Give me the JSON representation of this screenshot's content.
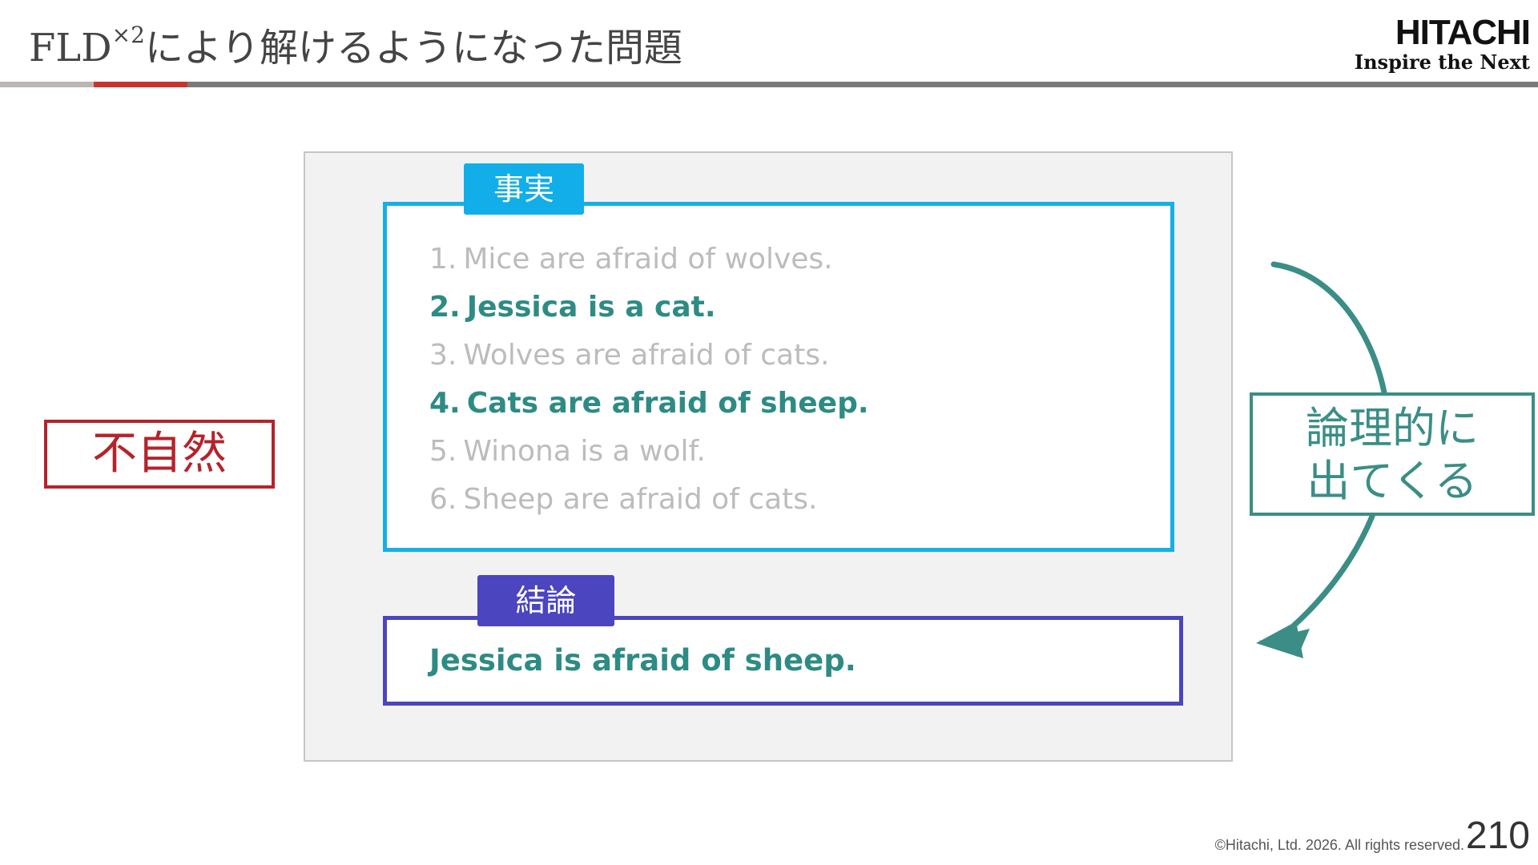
{
  "header": {
    "title_prefix": "FLD",
    "title_superscript": "×2",
    "title_rest": "により解けるようになった問題",
    "logo_main": "HITACHI",
    "logo_tagline": "Inspire the Next"
  },
  "facts": {
    "tab_label": "事実",
    "items": [
      {
        "num": "1.",
        "text": "Mice are afraid of wolves.",
        "highlighted": false
      },
      {
        "num": "2.",
        "text": "Jessica is a cat.",
        "highlighted": true
      },
      {
        "num": "3.",
        "text": "Wolves are afraid of cats.",
        "highlighted": false
      },
      {
        "num": "4.",
        "text": "Cats are afraid of sheep.",
        "highlighted": true
      },
      {
        "num": "5.",
        "text": "Winona is a wolf.",
        "highlighted": false
      },
      {
        "num": "6.",
        "text": "Sheep are afraid of cats.",
        "highlighted": false
      }
    ]
  },
  "conclusion": {
    "tab_label": "結論",
    "text": "Jessica is afraid of sheep."
  },
  "annotations": {
    "unnatural_label": "不自然",
    "logical_line1": "論理的に",
    "logical_line2": "出てくる"
  },
  "footer": {
    "copyright": "©Hitachi, Ltd. 2026. All rights reserved.",
    "page_number": "210"
  },
  "colors": {
    "facts_accent": "#14b0e6",
    "conclusion_accent": "#4b45bf",
    "highlight_text": "#2e8b84",
    "unnatural_red": "#b5232b",
    "logical_teal": "#3a8e86"
  }
}
